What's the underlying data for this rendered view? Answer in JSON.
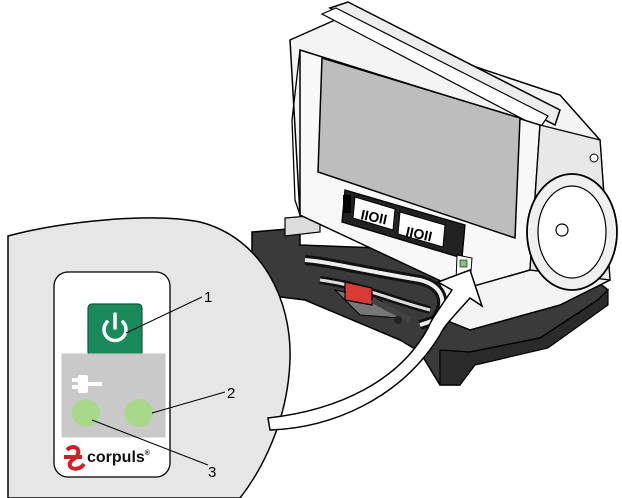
{
  "figure": {
    "callouts": [
      {
        "number": "1",
        "target": "power-button"
      },
      {
        "number": "2",
        "target": "charging-led"
      },
      {
        "number": "3",
        "target": "power-supply-led"
      }
    ],
    "brand": {
      "text": "corpuls",
      "trademark": "®"
    },
    "icons": [
      "power-icon",
      "plug-icon"
    ],
    "colors": {
      "power_button": "#1a8a5a",
      "led": "#a8d88a",
      "panel_bg": "#e6e6e6",
      "led_panel": "#c9c9c9",
      "base_dark": "#3a3a3a",
      "connector_red": "#d83a36",
      "brand_red": "#d1202a",
      "device_lcd": "#bdbdbd"
    }
  }
}
